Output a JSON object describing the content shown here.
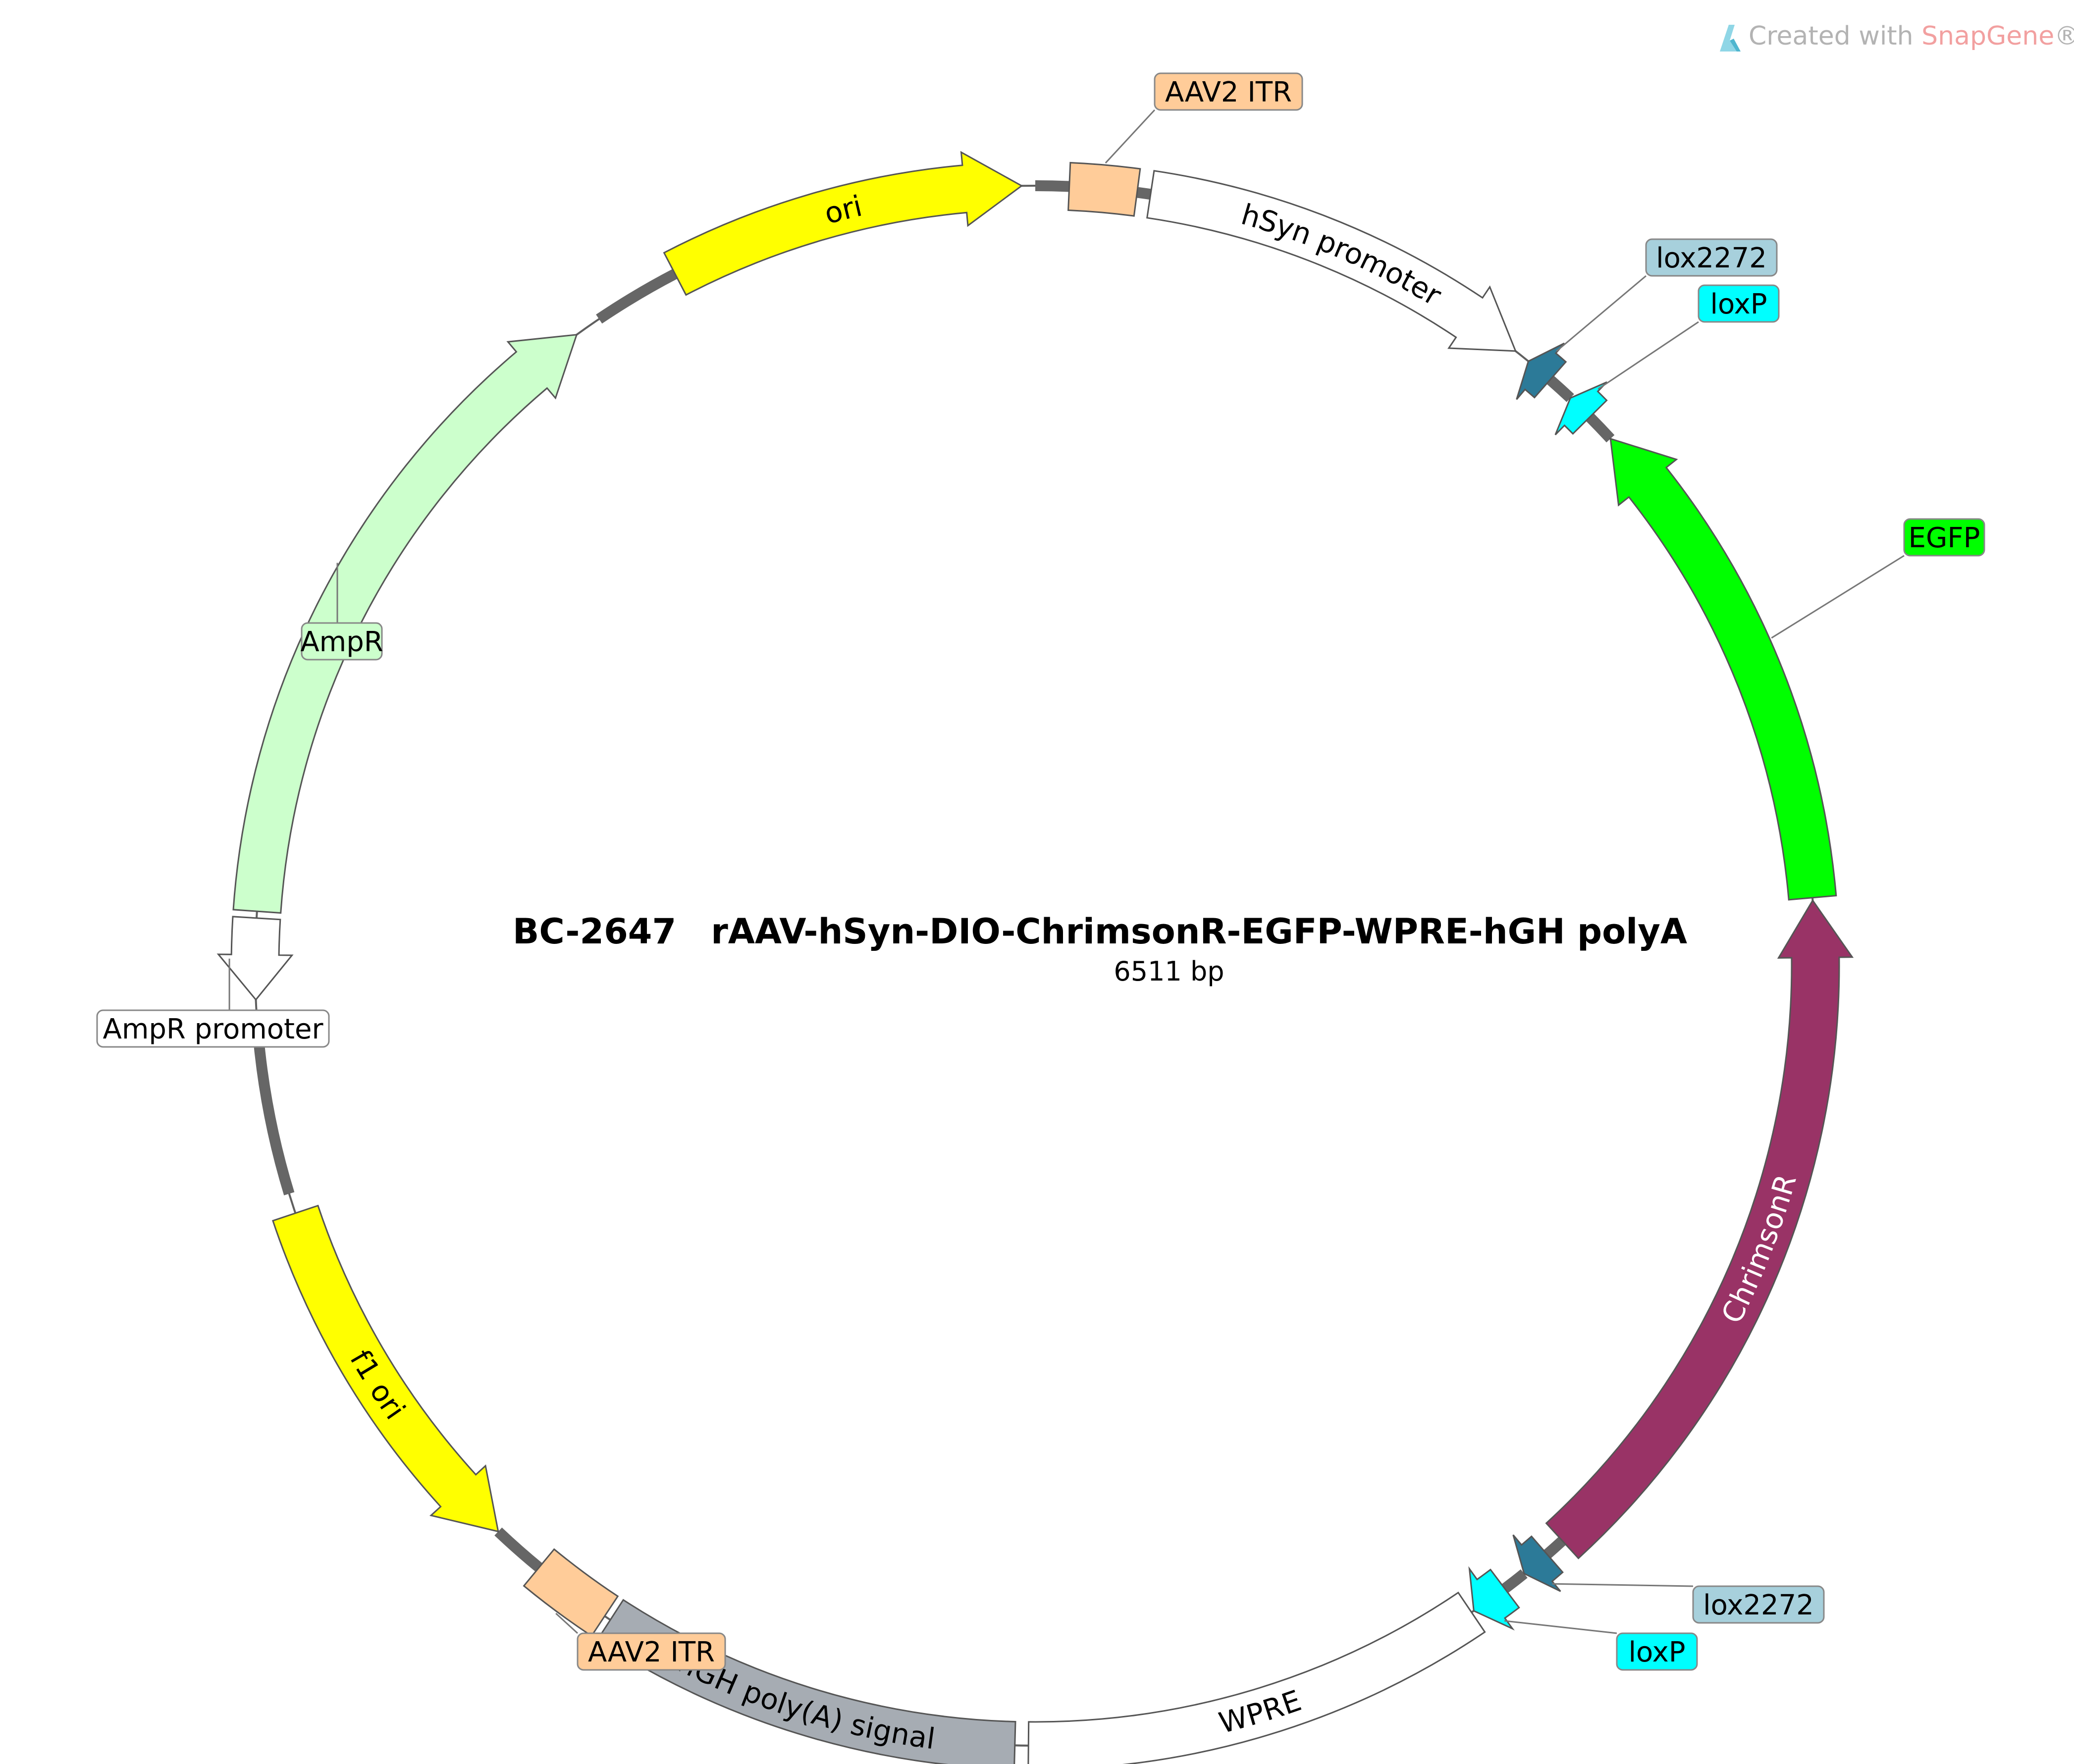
{
  "watermark": {
    "prefix": "Created with ",
    "brand": "SnapGene",
    "suffix": "®"
  },
  "plasmid": {
    "id": "BC-2647",
    "name": "rAAV-hSyn-DIO-ChrimsonR-EGFP-WPRE-hGH polyA",
    "size": "6511 bp"
  },
  "features": [
    {
      "key": "aav2-itr-top",
      "label": "AAV2 ITR",
      "label_mode": "callout",
      "color": "#ffcc99",
      "start": 2.5,
      "end": 7.5,
      "direction": "none"
    },
    {
      "key": "hsyn-promoter",
      "label": "hSyn promoter",
      "label_mode": "arc",
      "color": "#ffffff",
      "start": 8.5,
      "end": 38,
      "direction": "cw"
    },
    {
      "key": "lox2272-top",
      "label": "lox2272",
      "label_mode": "callout",
      "color": "#2c7a98",
      "start": 39.2,
      "end": 41.3,
      "direction": "ccw"
    },
    {
      "key": "loxp-top",
      "label": "loxP",
      "label_mode": "callout",
      "color": "#00ffff",
      "start": 43.3,
      "end": 45.3,
      "direction": "ccw"
    },
    {
      "key": "egfp",
      "label": "EGFP",
      "label_mode": "callout",
      "color": "#00ff00",
      "start": 47.5,
      "end": 85,
      "direction": "ccw"
    },
    {
      "key": "chrimsonr",
      "label": "ChrimsonR",
      "label_mode": "arc",
      "color": "#993366",
      "start": 85.2,
      "end": 137.5,
      "direction": "ccw"
    },
    {
      "key": "lox2272-bottom",
      "label": "lox2272",
      "label_mode": "callout",
      "color": "#2c7a98",
      "start": 139,
      "end": 141.2,
      "direction": "cw"
    },
    {
      "key": "loxp-bottom",
      "label": "loxP",
      "label_mode": "callout",
      "color": "#00ffff",
      "start": 143,
      "end": 145.8,
      "direction": "cw"
    },
    {
      "key": "wpre",
      "label": "WPRE",
      "label_mode": "arc",
      "color": "#ffffff",
      "start": 146,
      "end": 180.5,
      "direction": "none"
    },
    {
      "key": "hgh-polya",
      "label": "hGH poly(A) signal",
      "label_mode": "arc",
      "color": "#a6acb3",
      "start": 181.5,
      "end": 213,
      "direction": "none"
    },
    {
      "key": "aav2-itr-bottom",
      "label": "AAV2 ITR",
      "label_mode": "callout",
      "color": "#ffcc99",
      "start": 213.5,
      "end": 219.5,
      "direction": "none"
    },
    {
      "key": "f1-ori",
      "label": "f1 ori",
      "label_mode": "arc",
      "color": "#ffff00",
      "start": 223.5,
      "end": 251.5,
      "direction": "ccw"
    },
    {
      "key": "ampr-promoter",
      "label": "AmpR promoter",
      "label_mode": "callout",
      "color": "#ffffff",
      "start": 267.5,
      "end": 273.5,
      "direction": "ccw"
    },
    {
      "key": "ampr",
      "label": "AmpR",
      "label_mode": "callout",
      "color": "#ccffcc",
      "start": 274,
      "end": 324,
      "direction": "cw"
    },
    {
      "key": "ori",
      "label": "ori",
      "label_mode": "arc",
      "color": "#ffff00",
      "start": 332.5,
      "end": 359,
      "direction": "cw"
    }
  ]
}
